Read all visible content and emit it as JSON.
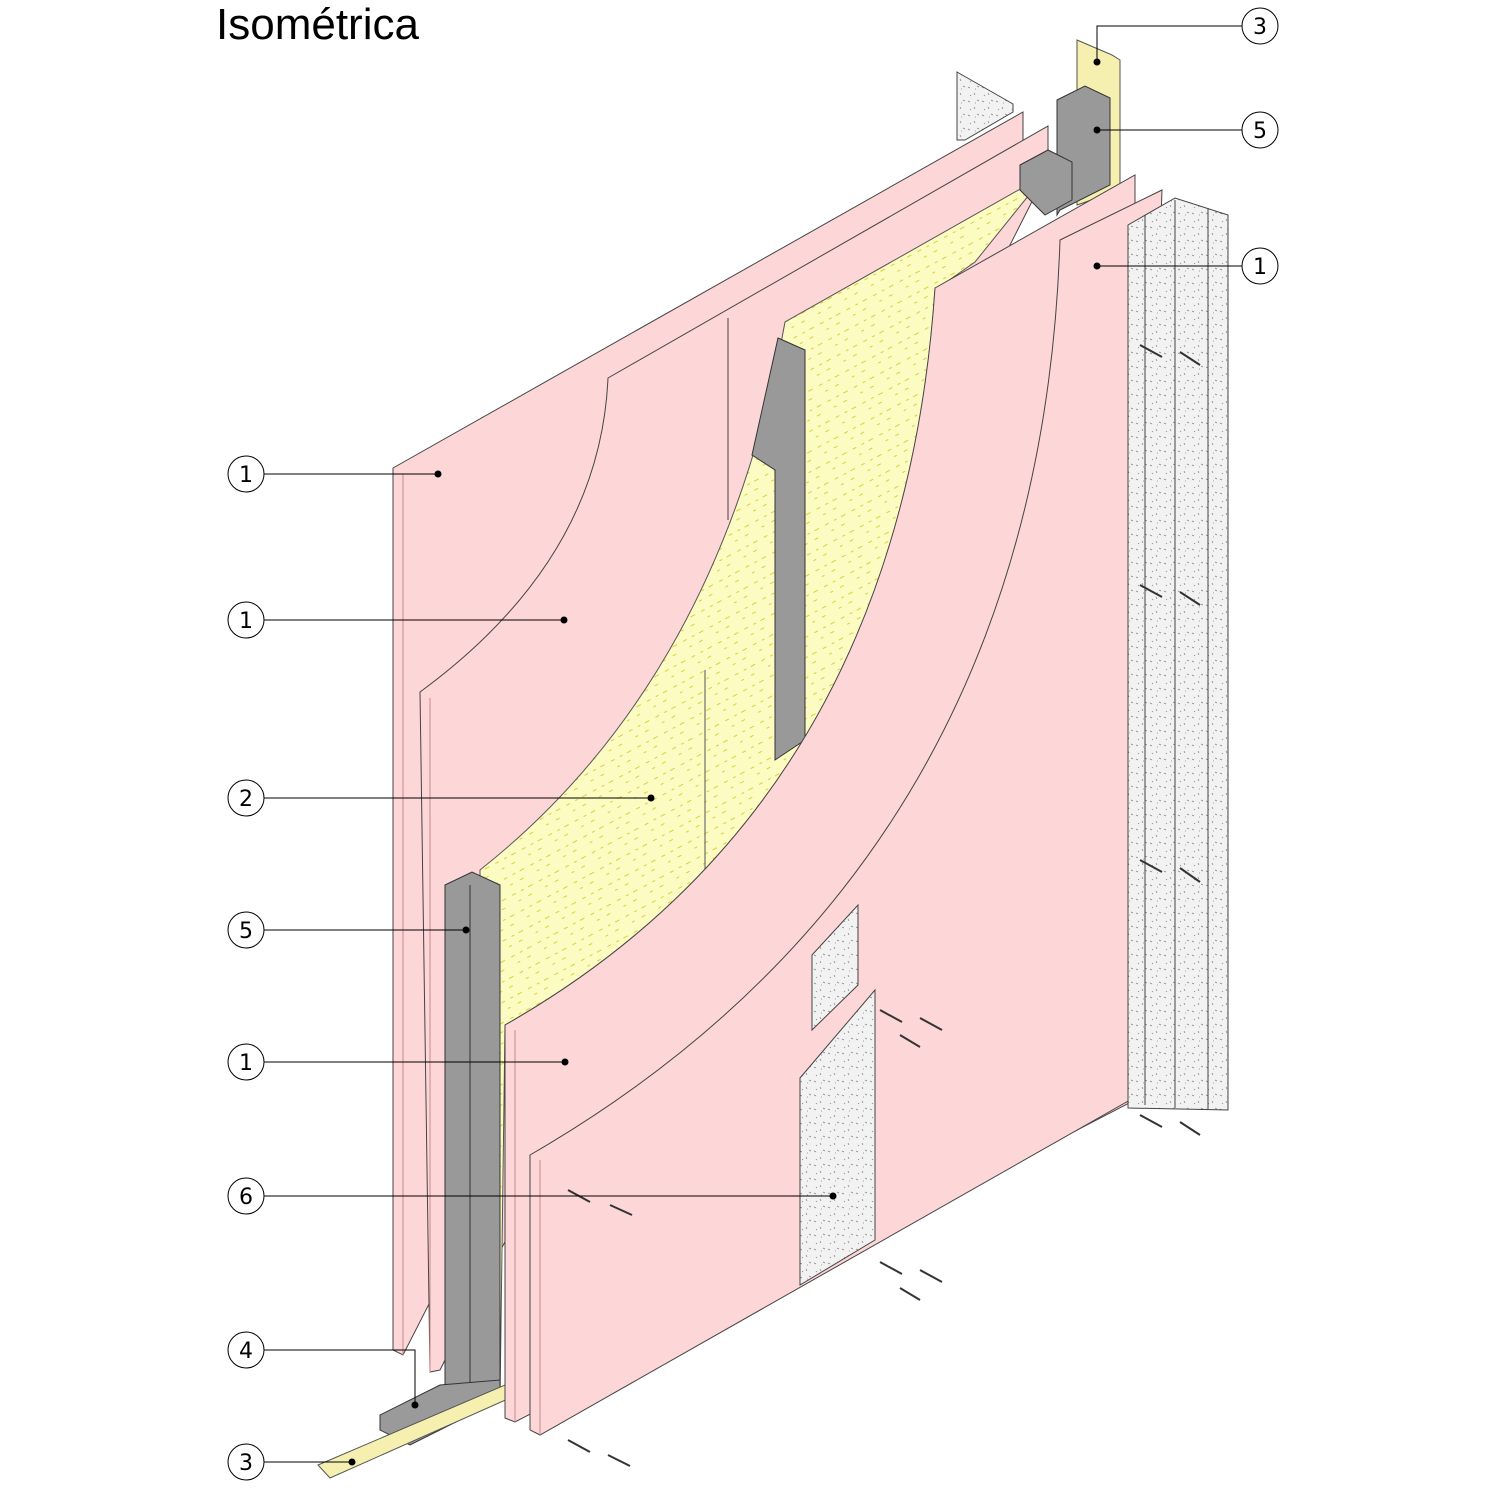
{
  "title": "Isométrica",
  "colors": {
    "board": "#fdd6d7",
    "board_edge": "#c98a8c",
    "insulation": "#fbfbc2",
    "steel": "#999999",
    "track": "#f5f0b0",
    "concrete": "#eeeeee"
  },
  "callouts_left": [
    {
      "number": "1",
      "part": "board"
    },
    {
      "number": "1",
      "part": "board"
    },
    {
      "number": "2",
      "part": "insulation"
    },
    {
      "number": "5",
      "part": "stud"
    },
    {
      "number": "1",
      "part": "board"
    },
    {
      "number": "6",
      "part": "concrete"
    },
    {
      "number": "4",
      "part": "track"
    },
    {
      "number": "3",
      "part": "base-strip"
    }
  ],
  "callouts_right": [
    {
      "number": "3",
      "part": "base-strip"
    },
    {
      "number": "5",
      "part": "stud"
    },
    {
      "number": "1",
      "part": "board"
    }
  ]
}
